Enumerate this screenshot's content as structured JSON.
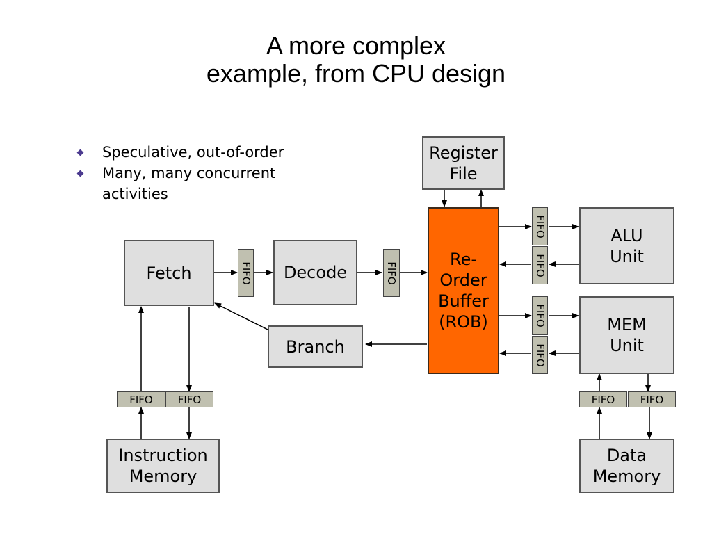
{
  "title": {
    "line1": "A more complex",
    "line2": "example, from CPU design"
  },
  "bullets": [
    {
      "text": "Speculative, out-of-order",
      "icon": "diamond-bullet-icon"
    },
    {
      "text": "Many, many concurrent activities",
      "icon": "diamond-bullet-icon"
    }
  ],
  "diagram": {
    "blocks": {
      "register_file": {
        "line1": "Register",
        "line2": "File"
      },
      "fetch": {
        "label": "Fetch"
      },
      "decode": {
        "label": "Decode"
      },
      "branch": {
        "label": "Branch"
      },
      "rob": {
        "line1": "Re-",
        "line2": "Order",
        "line3": "Buffer",
        "line4": "(ROB)"
      },
      "alu": {
        "line1": "ALU",
        "line2": "Unit"
      },
      "mem": {
        "line1": "MEM",
        "line2": "Unit"
      },
      "imem": {
        "line1": "Instruction",
        "line2": "Memory"
      },
      "dmem": {
        "line1": "Data",
        "line2": "Memory"
      }
    },
    "fifo_label": "FIFO",
    "colors": {
      "block_fill": "#dfdfdf",
      "rob_fill": "#ff6600",
      "fifo_fill": "#c0c0b0",
      "bullet": "#4b3a8f"
    }
  }
}
